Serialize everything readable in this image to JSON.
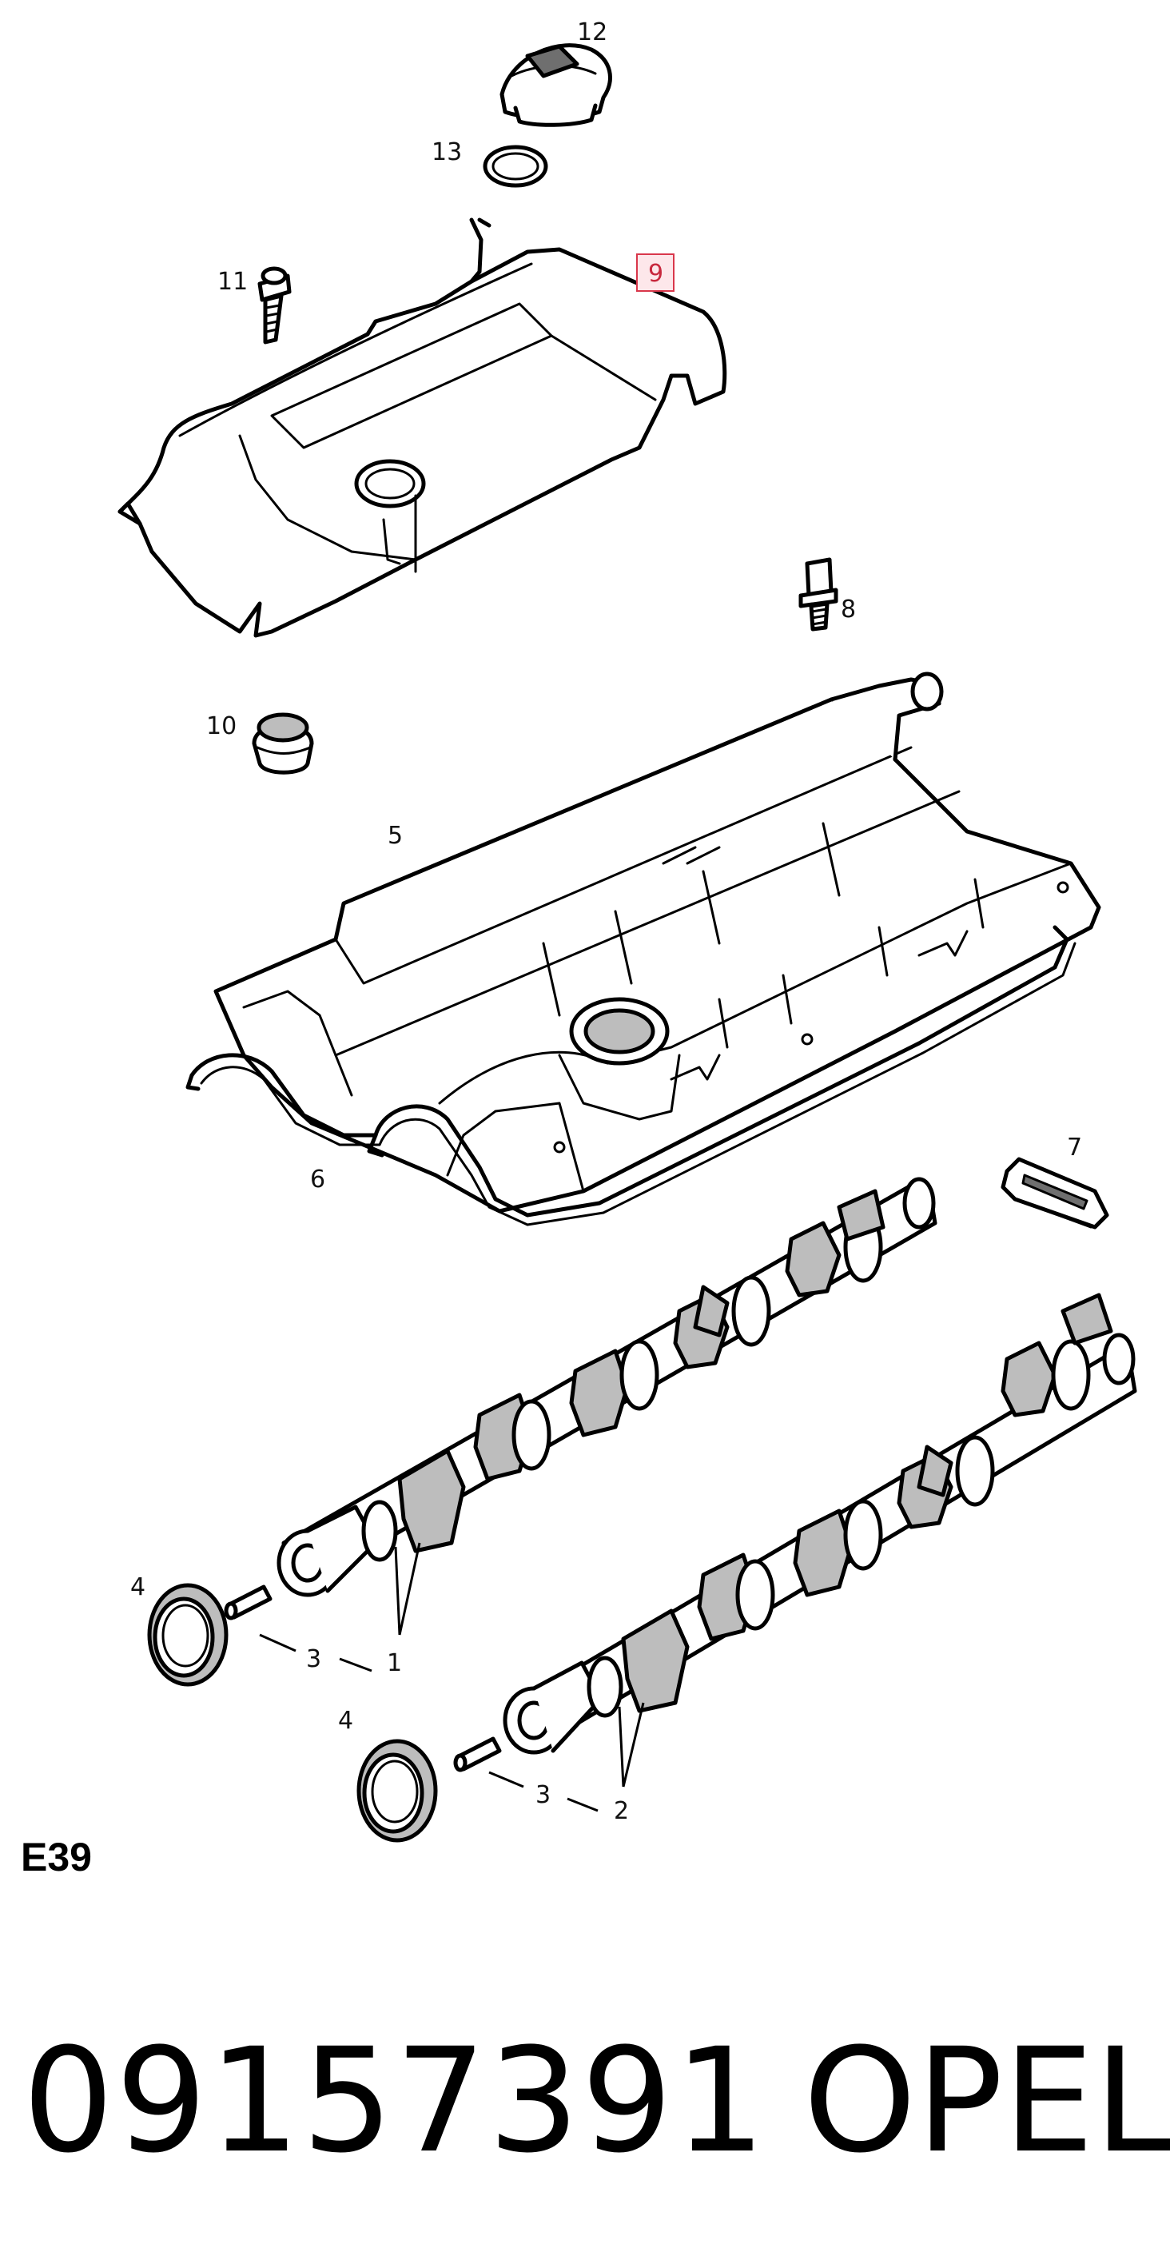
{
  "diagram": {
    "code": "E39",
    "part_number": "09157391",
    "brand": "OPEL",
    "highlighted_callout": "9",
    "highlight_colors": {
      "border": "#d9374b",
      "fill": "#fde7ea",
      "text": "#c8283d"
    },
    "callouts": {
      "c12": "12",
      "c13": "13",
      "c9": "9",
      "c11": "11",
      "c8": "8",
      "c10": "10",
      "c5": "5",
      "c6": "6",
      "c7": "7",
      "c4a": "4",
      "c3a": "3",
      "c1": "1",
      "c4b": "4",
      "c3b": "3",
      "c2": "2"
    }
  }
}
